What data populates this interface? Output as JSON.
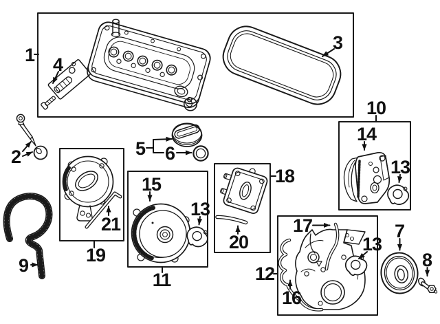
{
  "diagram": {
    "kind": "engine-parts-exploded-diagram",
    "colors": {
      "background": "#ffffff",
      "line": "#1a1a1a",
      "label": "#111111"
    },
    "callouts": {
      "c1": "1",
      "c2": "2",
      "c3": "3",
      "c4": "4",
      "c5": "5",
      "c6": "6",
      "c7": "7",
      "c8": "8",
      "c9": "9",
      "c10": "10",
      "c11": "11",
      "c12": "12",
      "c13": "13",
      "c14": "14",
      "c15": "15",
      "c16": "16",
      "c17": "17",
      "c18": "18",
      "c19": "19",
      "c20": "20",
      "c21": "21"
    }
  }
}
